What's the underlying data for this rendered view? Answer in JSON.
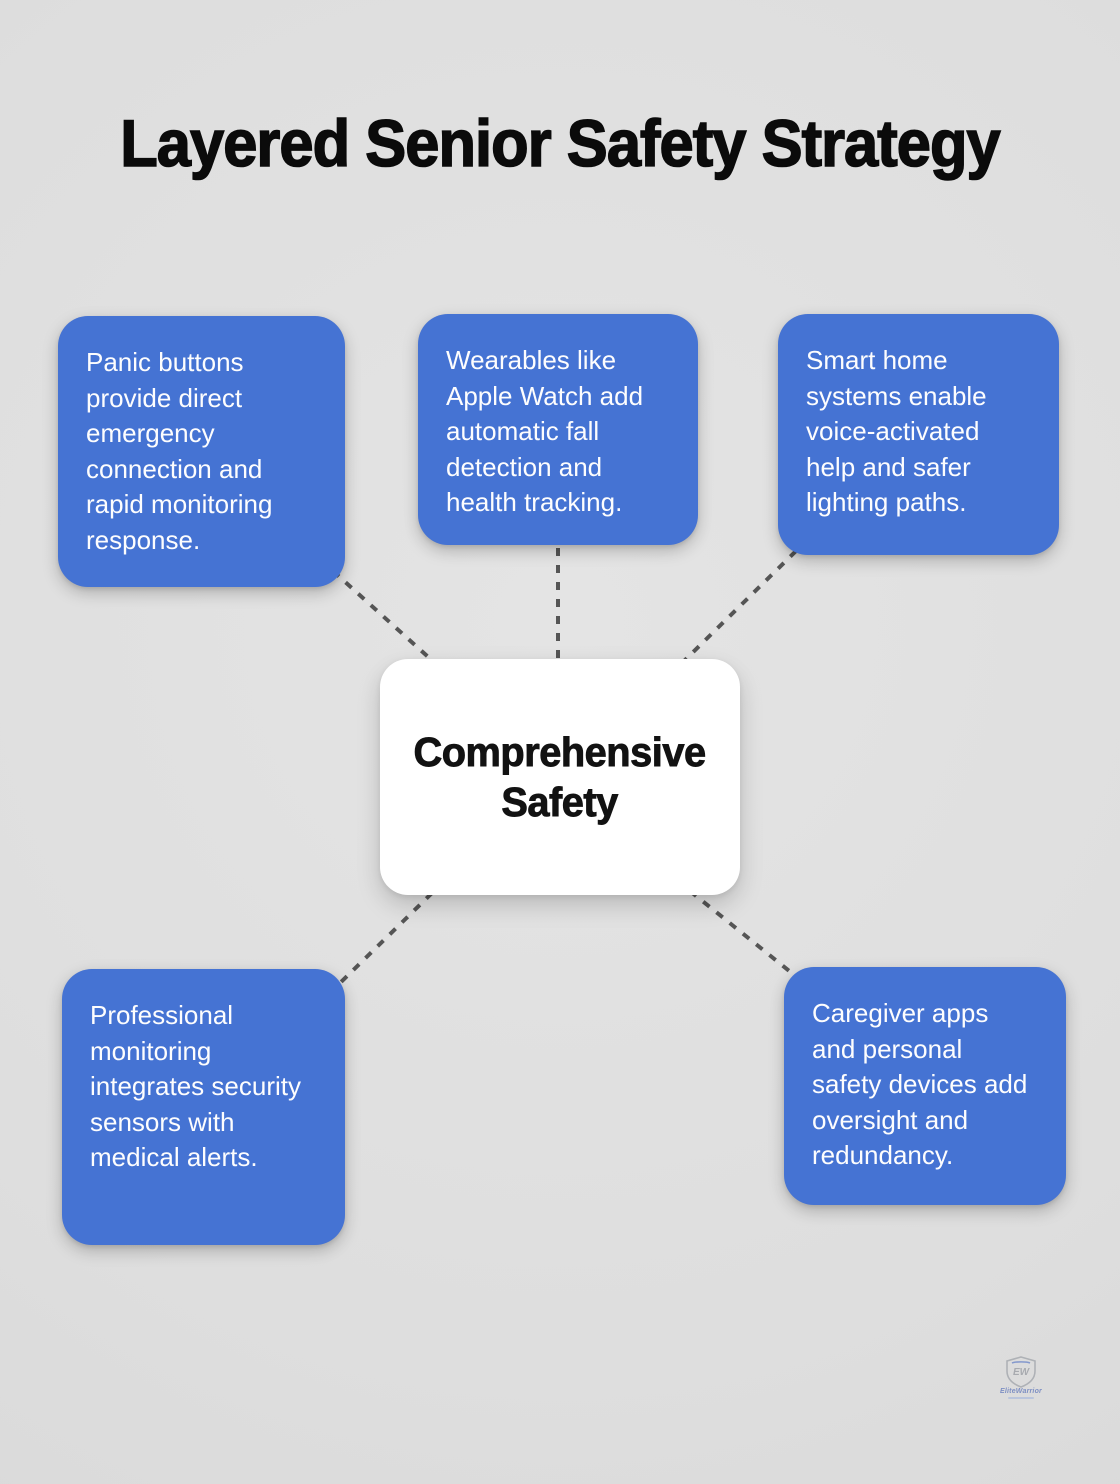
{
  "page": {
    "title": "Layered Senior Safety Strategy"
  },
  "colors": {
    "background": "#dedede",
    "node_fill": "#4573d3",
    "node_text": "#fdfdfe",
    "center_fill": "#ffffff",
    "center_text": "#121212",
    "connector": "#555555",
    "title_text": "#0b0b0b"
  },
  "diagram": {
    "type": "mind-map",
    "center_label": "Comprehensive Safety",
    "nodes": [
      {
        "id": "panic-buttons",
        "text": "Panic buttons provide direct emergency connection and rapid monitoring response."
      },
      {
        "id": "wearables",
        "text": "Wearables like Apple Watch add automatic fall detection and health tracking."
      },
      {
        "id": "smart-home",
        "text": "Smart home systems enable voice-activated help and safer lighting paths."
      },
      {
        "id": "professional-monitoring",
        "text": "Professional monitoring integrates security sensors with medical alerts."
      },
      {
        "id": "caregiver-apps",
        "text": "Caregiver apps and personal safety devices add oversight and redundancy."
      }
    ]
  },
  "watermark": {
    "monogram": "EW",
    "brand": "EliteWarrior"
  }
}
